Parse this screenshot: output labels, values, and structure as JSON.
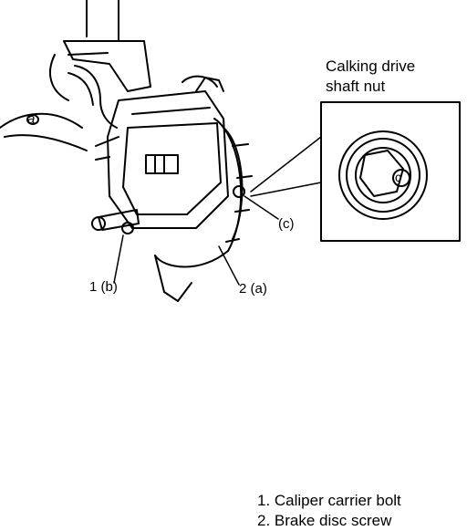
{
  "inset": {
    "title_line1": "Calking drive",
    "title_line2": "shaft nut",
    "nut_letter": "c"
  },
  "callouts": {
    "a": "a",
    "b": "1 (b)",
    "d": "2 (a)",
    "c": "(c)"
  },
  "legend": [
    {
      "text": "1. Caliper carrier bolt"
    },
    {
      "text": "2. Brake disc screw"
    }
  ],
  "colors": {
    "ink": "#000000",
    "background": "#ffffff"
  }
}
